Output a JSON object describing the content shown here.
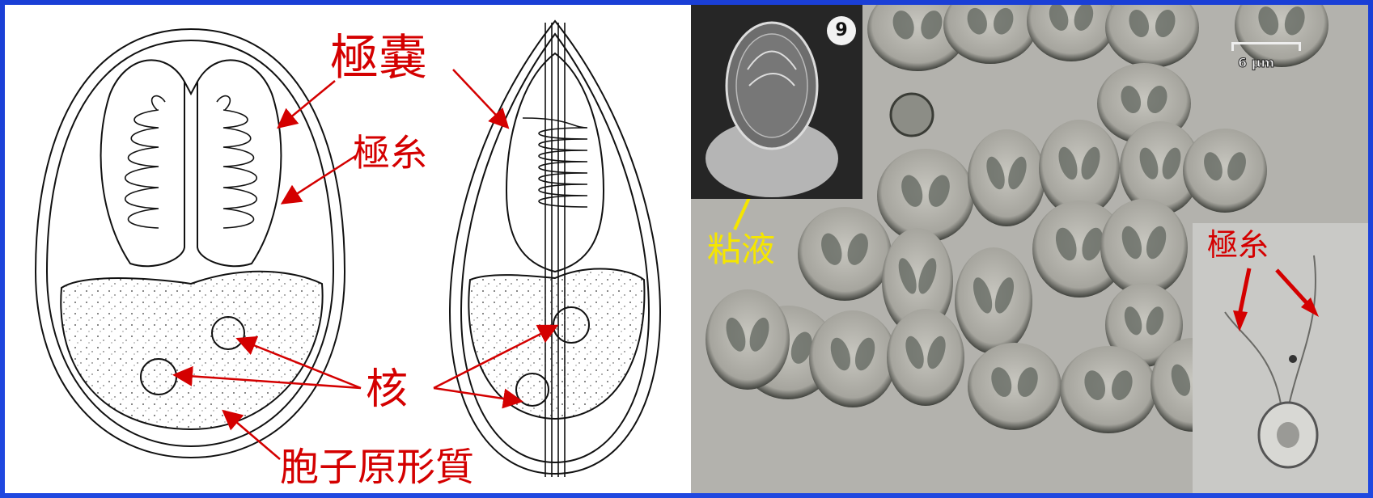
{
  "labels": {
    "polar_capsule": "極嚢",
    "polar_filament": "極糸",
    "nucleus": "核",
    "sporoplasm": "胞子原形質",
    "mucus": "粘液",
    "polar_filament_photo": "極糸"
  },
  "inset_badge": "9",
  "scale_bar": "6 μm",
  "colors": {
    "background": "#1f48e0",
    "annotation_red": "#d40000",
    "annotation_yellow": "#f5e600"
  }
}
